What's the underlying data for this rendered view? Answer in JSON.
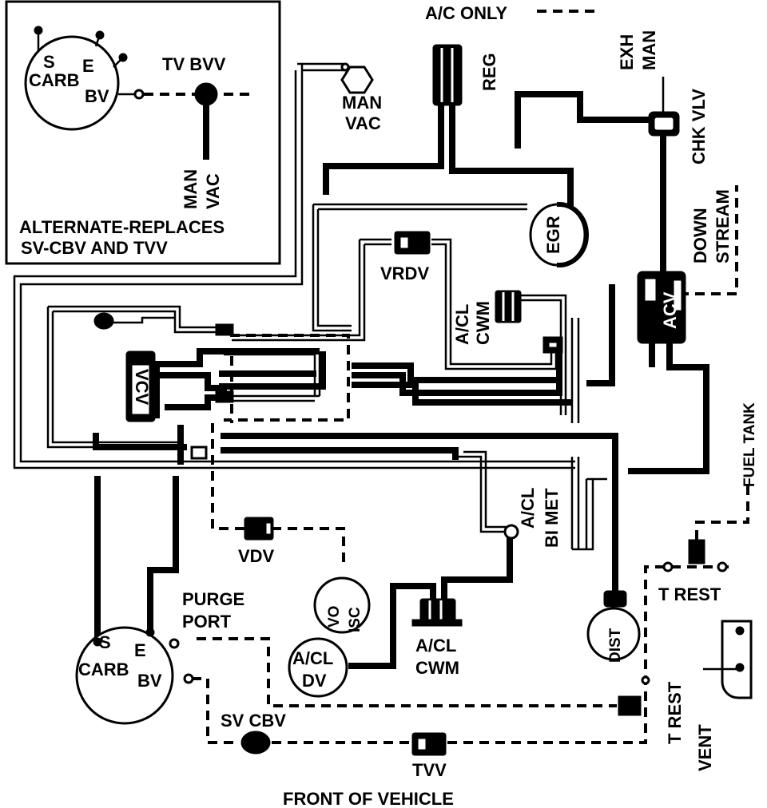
{
  "inset": {
    "carb_s": "S",
    "carb_e": "E",
    "carb_name": "CARB",
    "carb_bv": "BV",
    "tv_bvv": "TV BVV",
    "man_vac_1": "MAN",
    "man_vac_2": "VAC",
    "caption_1": "ALTERNATE-REPLACES",
    "caption_2": "SV-CBV AND TVV"
  },
  "labels": {
    "ac_only": "A/C ONLY",
    "reg": "REG",
    "exh_man_1": "EXH",
    "exh_man_2": "MAN",
    "chk_vlv": "CHK VLV",
    "man_vac_1": "MAN",
    "man_vac_2": "VAC",
    "egr": "EGR",
    "down_stream_1": "DOWN",
    "down_stream_2": "STREAM",
    "vrdv": "VRDV",
    "acl_cwm_top_1": "A/CL",
    "acl_cwm_top_2": "CWM",
    "acv": "ACV",
    "vcv": "VCV",
    "fuel_tank": "FUEL TANK",
    "acl_bi_met_1": "A/CL",
    "acl_bi_met_2": "BI MET",
    "vdv": "VDV",
    "vo_isc_1": "VO",
    "vo_isc_2": "ISC",
    "purge_port_1": "PURGE",
    "purge_port_2": "PORT",
    "t_rest_top": "T REST",
    "dist": "DIST",
    "acl_cwm_bottom_1": "A/CL",
    "acl_cwm_bottom_2": "CWM",
    "acl_dv_1": "A/CL",
    "acl_dv_2": "DV",
    "carb_s": "S",
    "carb_e": "E",
    "carb_name": "CARB",
    "carb_bv": "BV",
    "t_rest_side": "T REST",
    "vent": "VENT",
    "sv_cbv": "SV CBV",
    "tvv": "TVV",
    "front_of_vehicle": "FRONT OF VEHICLE"
  }
}
